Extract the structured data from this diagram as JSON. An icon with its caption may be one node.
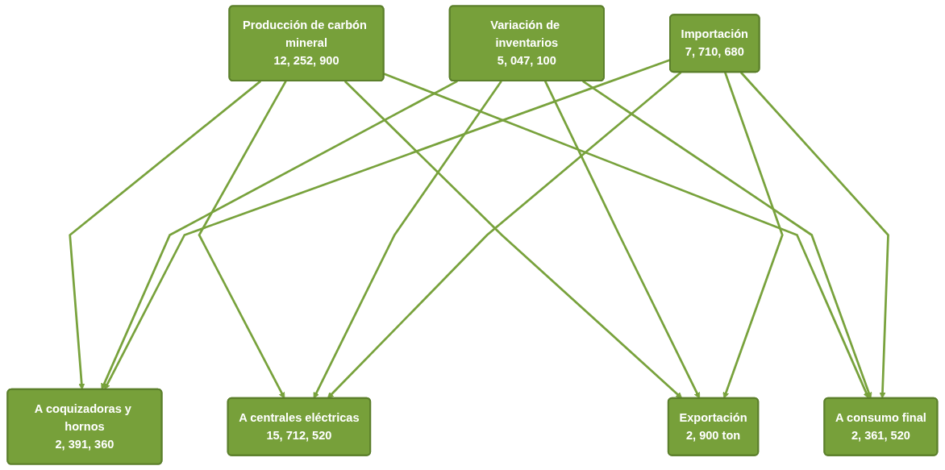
{
  "diagram": {
    "nodes": [
      {
        "text": [
          "Variación de inventarios",
          "5, 047, 100"
        ]
      },
      {
        "text": [
          "Importación",
          "7, 710, 680"
        ]
      },
      {
        "text": [
          "A coquizadoras y hornos",
          "2, 391, 360"
        ]
      },
      {
        "text": [
          "Producción de carbón mineral",
          "12, 252, 900"
        ]
      },
      {
        "text": [
          "A centrales eléctricas",
          "15, 712, 520"
        ]
      },
      {
        "text": [
          "Exportación",
          "2, 900 ton"
        ]
      },
      {
        "text": [
          "A consumo final",
          "2, 361, 520"
        ]
      }
    ],
    "edges": [
      {
        "from": 3,
        "to": 2,
        "arrow": "to"
      },
      {
        "from": 3,
        "to": 4,
        "arrow": "to"
      },
      {
        "from": 3,
        "to": 5,
        "arrow": "to"
      },
      {
        "from": 3,
        "to": 6,
        "arrow": "to"
      },
      {
        "from": 0,
        "to": 2,
        "arrow": "to"
      },
      {
        "from": 0,
        "to": 4,
        "arrow": "to"
      },
      {
        "from": 0,
        "to": 5,
        "arrow": "to"
      },
      {
        "from": 0,
        "to": 6,
        "arrow": "to"
      },
      {
        "from": 1,
        "to": 2,
        "arrow": "to"
      },
      {
        "from": 1,
        "to": 4,
        "arrow": "to"
      },
      {
        "from": 1,
        "to": 5,
        "arrow": "to"
      },
      {
        "from": 1,
        "to": 6,
        "arrow": "to"
      }
    ]
  }
}
